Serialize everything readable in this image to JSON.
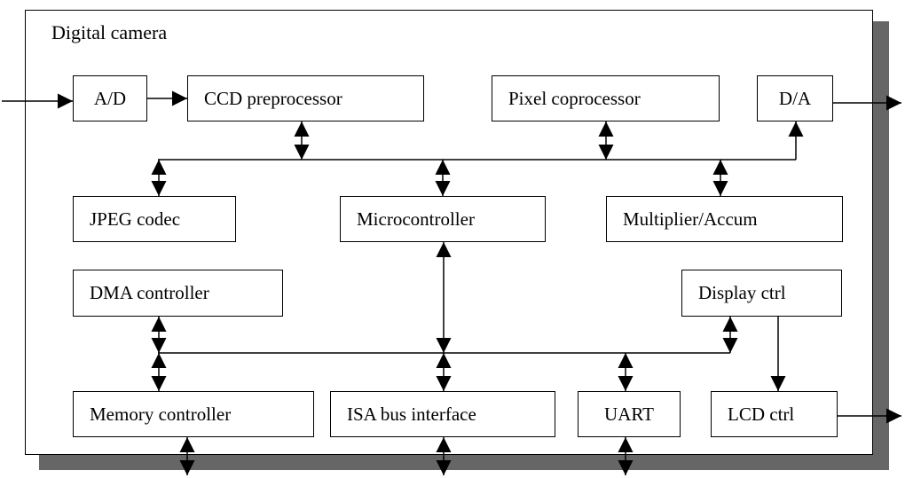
{
  "diagram": {
    "title": "Digital camera",
    "blocks": {
      "ad": "A/D",
      "ccd": "CCD preprocessor",
      "pixel": "Pixel coprocessor",
      "da": "D/A",
      "jpeg": "JPEG codec",
      "micro": "Microcontroller",
      "mult": "Multiplier/Accum",
      "dma": "DMA controller",
      "display": "Display ctrl",
      "memory": "Memory controller",
      "isa": "ISA bus interface",
      "uart": "UART",
      "lcd": "LCD ctrl"
    }
  },
  "colors": {
    "line": "#000000",
    "shadow": "#666666",
    "background": "#ffffff"
  }
}
